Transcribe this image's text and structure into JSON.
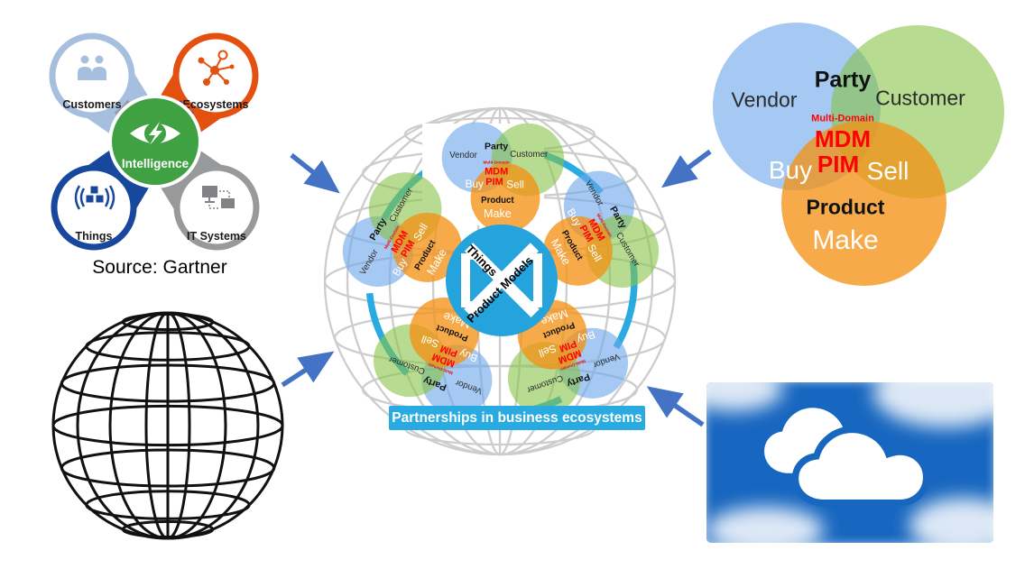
{
  "gartner": {
    "caption": "Source: Gartner",
    "center": {
      "label": "Intelligence",
      "color": "#3FA142",
      "icon": "intelligence-eye-bolt-icon"
    },
    "quadrants": [
      {
        "label": "Customers",
        "color": "#A6BFDE",
        "icon": "customers-people-icon"
      },
      {
        "label": "Ecosystems",
        "color": "#E4500F",
        "icon": "ecosystems-network-icon"
      },
      {
        "label": "Things",
        "color": "#18489E",
        "icon": "things-cubes-icon"
      },
      {
        "label": "IT Systems",
        "color": "#97999B",
        "icon": "it-systems-monitors-icon"
      }
    ]
  },
  "venn": {
    "vendor": "Vendor",
    "party": "Party",
    "customer": "Customer",
    "multi_domain": "Multi-Domain",
    "mdm": "MDM",
    "pim": "PIM",
    "buy": "Buy",
    "sell": "Sell",
    "product": "Product",
    "make": "Make",
    "colors": {
      "vendor_circle": "#9DC3E6",
      "customer_circle": "#A9D18E",
      "product_circle": "#F4A428",
      "mdm_text": "#FF0000"
    }
  },
  "hub": {
    "line1": "Things",
    "line2": "Product Models",
    "color": "#24A3DC"
  },
  "banner": {
    "text": "Partnerships in business ecosystems",
    "color": "#29ABE2"
  },
  "arrows": {
    "color": "#4472C4"
  }
}
